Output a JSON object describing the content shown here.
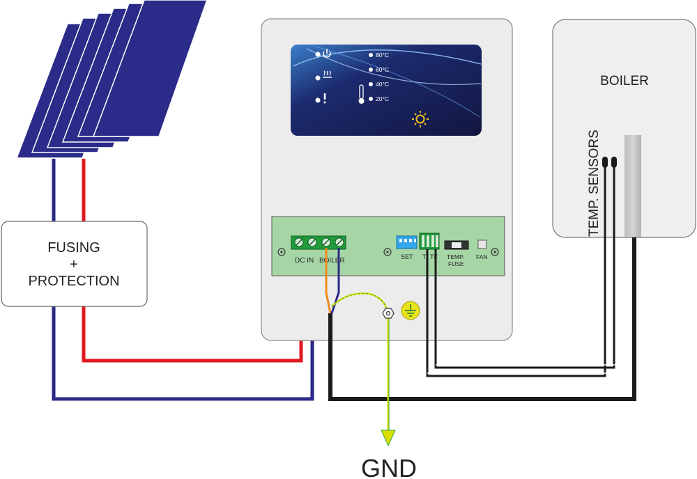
{
  "labels": {
    "fusing_line1": "FUSING",
    "fusing_line2": "+",
    "fusing_line3": "PROTECTION",
    "boiler_title": "BOILER",
    "temp_sensors": "TEMP. SENSORS",
    "gnd": "GND"
  },
  "controller": {
    "display": {
      "temps": [
        "80°C",
        "60°C",
        "40°C",
        "20°C"
      ]
    },
    "board": {
      "dc_in": "DC IN",
      "boiler": "BOILER",
      "set": "SET",
      "t": "T",
      "tf": "TF",
      "temp_fuse_line1": "TEMP.",
      "temp_fuse_line2": "FUSE",
      "fan": "FAN"
    }
  },
  "colors": {
    "panel": "#2b2b8a",
    "wire_red": "#e0191f",
    "wire_blue": "#2a2a86",
    "wire_black": "#1a1a1a",
    "wire_ground": "#d8e000",
    "wire_orange": "#f08a1c",
    "board_green": "#a6d6a6",
    "terminal_green": "#1f9b3a",
    "display_bg": "#1a1f52"
  },
  "icons": [
    "power-icon",
    "heater-icon",
    "warning-icon",
    "thermometer-icon",
    "sun-icon",
    "ground-symbol-icon"
  ]
}
